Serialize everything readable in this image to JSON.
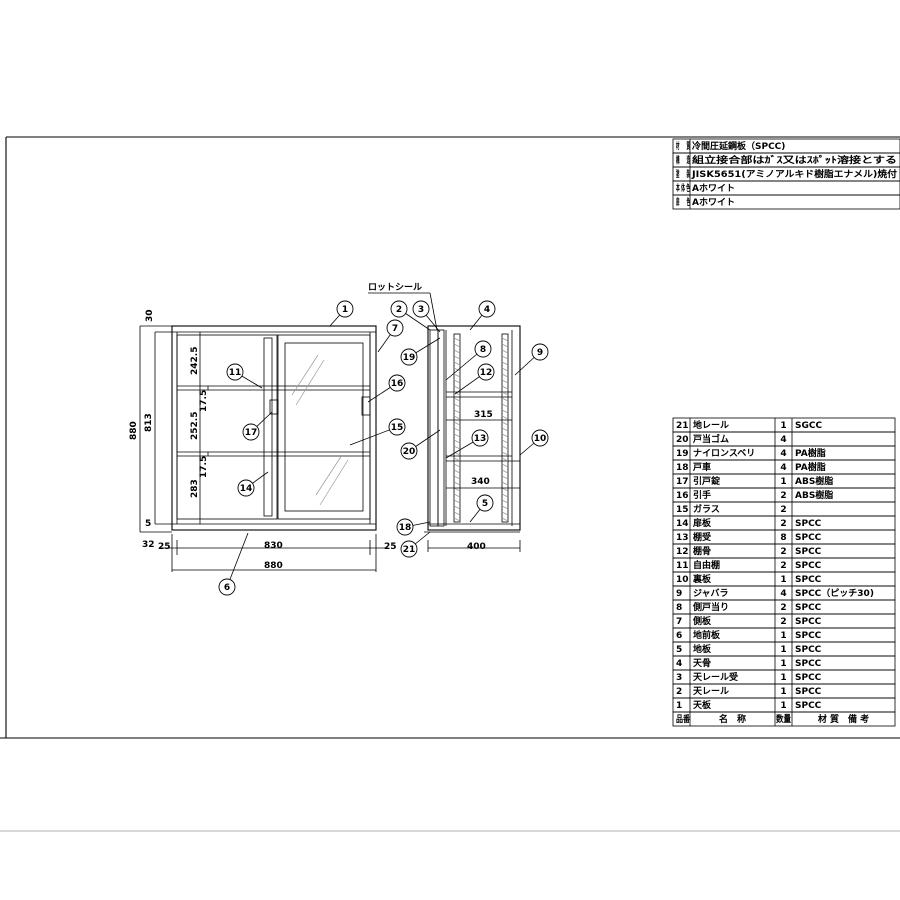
{
  "material_table": [
    {
      "label": "材　　質",
      "value": "冷間圧延鋼板（SPCC)"
    },
    {
      "label": "構　　造",
      "value": "組立接合部はｶﾞｽ又はｽﾎﾟｯﾄ溶接とする"
    },
    {
      "label": "塗　　装",
      "value": "JISK5651(アミノアルキド樹脂エナメル)焼付"
    },
    {
      "label": "本 体 色",
      "value": "Aホワイト"
    },
    {
      "label": "扉　　色",
      "value": "Aホワイト"
    }
  ],
  "parts_header": {
    "no": "品番",
    "name": "名　称",
    "qty": "数量",
    "remark": "材 質　備 考"
  },
  "parts": [
    {
      "no": "21",
      "name": "地レール",
      "qty": "1",
      "remark": "SGCC"
    },
    {
      "no": "20",
      "name": "戸当ゴム",
      "qty": "4",
      "remark": ""
    },
    {
      "no": "19",
      "name": "ナイロンスベリ",
      "qty": "4",
      "remark": "PA樹脂"
    },
    {
      "no": "18",
      "name": "戸車",
      "qty": "4",
      "remark": "PA樹脂"
    },
    {
      "no": "17",
      "name": "引戸錠",
      "qty": "1",
      "remark": "ABS樹脂"
    },
    {
      "no": "16",
      "name": "引手",
      "qty": "2",
      "remark": "ABS樹脂"
    },
    {
      "no": "15",
      "name": "ガラス",
      "qty": "2",
      "remark": ""
    },
    {
      "no": "14",
      "name": "扉板",
      "qty": "2",
      "remark": "SPCC"
    },
    {
      "no": "13",
      "name": "棚受",
      "qty": "8",
      "remark": "SPCC"
    },
    {
      "no": "12",
      "name": "棚骨",
      "qty": "2",
      "remark": "SPCC"
    },
    {
      "no": "11",
      "name": "自由棚",
      "qty": "2",
      "remark": "SPCC"
    },
    {
      "no": "10",
      "name": "裏板",
      "qty": "1",
      "remark": "SPCC"
    },
    {
      "no": "9",
      "name": "ジャバラ",
      "qty": "4",
      "remark": "SPCC（ピッチ30)"
    },
    {
      "no": "8",
      "name": "側戸当り",
      "qty": "2",
      "remark": "SPCC"
    },
    {
      "no": "7",
      "name": "側板",
      "qty": "2",
      "remark": "SPCC"
    },
    {
      "no": "6",
      "name": "地前板",
      "qty": "1",
      "remark": "SPCC"
    },
    {
      "no": "5",
      "name": "地板",
      "qty": "1",
      "remark": "SPCC"
    },
    {
      "no": "4",
      "name": "天骨",
      "qty": "1",
      "remark": "SPCC"
    },
    {
      "no": "3",
      "name": "天レール受",
      "qty": "1",
      "remark": "SPCC"
    },
    {
      "no": "2",
      "name": "天レール",
      "qty": "1",
      "remark": "SPCC"
    },
    {
      "no": "1",
      "name": "天板",
      "qty": "1",
      "remark": "SPCC"
    }
  ],
  "labels": {
    "lot_seal": "ロットシール"
  },
  "dimensions": {
    "top_30": "30",
    "h_880": "880",
    "h_813": "813",
    "s_242": "242.5",
    "s_252": "252.5",
    "s_283": "283",
    "g1": "17.5",
    "g2": "17.5",
    "b_5": "5",
    "b_32": "32",
    "w_25l": "25",
    "w_830": "830",
    "w_25r": "25",
    "w_880": "880",
    "d_315": "315",
    "d_340": "340",
    "d_400": "400"
  },
  "balloons": [
    "1",
    "2",
    "3",
    "4",
    "5",
    "6",
    "7",
    "8",
    "9",
    "10",
    "11",
    "12",
    "13",
    "14",
    "15",
    "16",
    "17",
    "18",
    "19",
    "20",
    "21"
  ]
}
